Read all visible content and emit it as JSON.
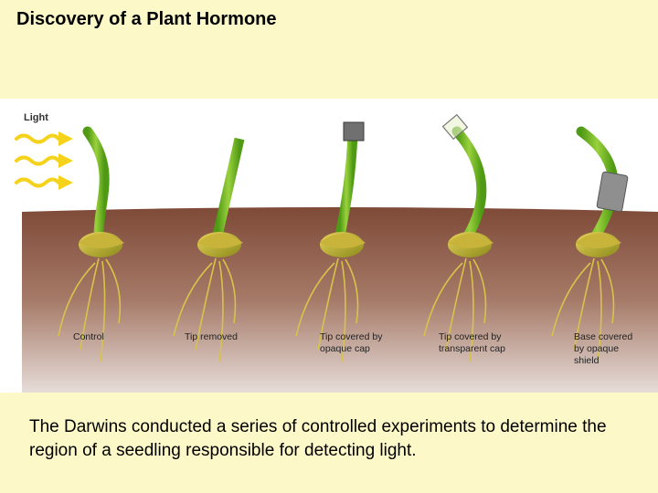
{
  "title": "Discovery of a Plant Hormone",
  "figure": {
    "light_label": "Light",
    "seedlings": [
      {
        "label_lines": [
          "Control"
        ]
      },
      {
        "label_lines": [
          "Tip removed"
        ]
      },
      {
        "label_lines": [
          "Tip covered by",
          "opaque cap"
        ]
      },
      {
        "label_lines": [
          "Tip covered by",
          "transparent cap"
        ]
      },
      {
        "label_lines": [
          "Base covered",
          "by opaque",
          "shield"
        ]
      }
    ]
  },
  "caption": "The Darwins conducted a series of controlled experiments to determine the region of a seedling responsible for detecting light.",
  "colors": {
    "background": "#fdf8c8",
    "soil": "#8a5540",
    "stem": "#7bbf2a",
    "light": "#f5d21c"
  }
}
